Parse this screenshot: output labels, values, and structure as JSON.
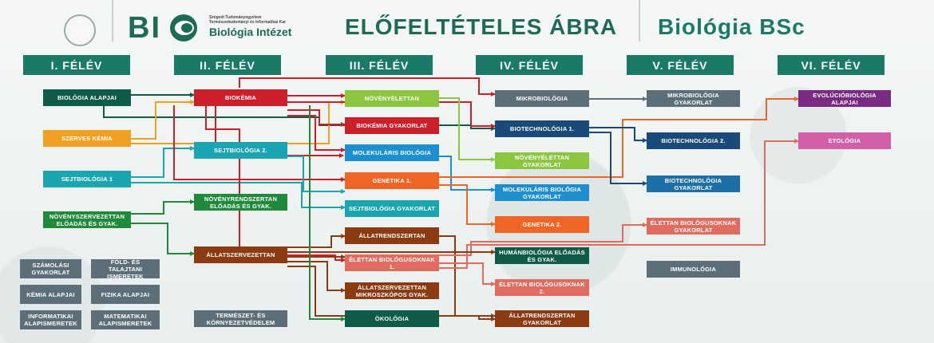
{
  "header": {
    "logo_letters": "BI",
    "faculty_line1": "Szegedi Tudományegyetem",
    "faculty_line2": "Természettudományi és Informatikai Kar",
    "institute": "Biológia Intézet",
    "title": "ELŐFELTÉTELES ÁBRA",
    "program": "Biológia BSc"
  },
  "semesters": [
    "I. FÉLÉV",
    "II. FÉLÉV",
    "III. FÉLÉV",
    "IV. FÉLÉV",
    "V. FÉLÉV",
    "VI. FÉLÉV"
  ],
  "colors": {
    "dark_green": "#0e5b4a",
    "red": "#cc1f2a",
    "orange": "#f0a020",
    "teal": "#1aa6b0",
    "leaf_green": "#1e8a3a",
    "lime": "#8cc63f",
    "blue": "#1d8fd1",
    "orange_red": "#ee6526",
    "brown": "#8b3a11",
    "salmon": "#e06b5f",
    "gray": "#5c6f78",
    "navy": "#1a4a7a",
    "purple": "#7a2a82",
    "pink": "#d25fa8",
    "header_green": "#1a7a67"
  },
  "courses": {
    "bio_alap": "BIOLÓGIA ALAPJAI",
    "szerves_kemia": "SZERVES KÉMIA",
    "sejtbio1": "SEJTBIOLÓGIA 1",
    "novszerv": "NÖVÉNYSZERVEZETTAN ELŐADÁS ÉS GYAK.",
    "szamolasi": "SZÁMOLÁSI GYAKORLAT",
    "fold": "FÖLD- ÉS TALAJTANI ISMERETEK",
    "kemia_alap": "KÉMIA ALAPJAI",
    "fizika_alap": "FIZIKA ALAPJAI",
    "informatika": "INFORMATIKAI ALAPISMERETEK",
    "matematika": "MATEMATIKAI ALAPISMERETEK",
    "biokemia": "BIOKÉMIA",
    "sejtbio2": "SEJTBIOLÓGIA 2.",
    "novrendsz": "NÖVÉNYRENDSZERTAN ELŐADÁS ÉS GYAK.",
    "allatszerv": "ÁLLATSZERVEZETTAN",
    "termeszet": "TERMÉSZET- ÉS KÖRNYEZETVÉDELEM",
    "novelet": "NÖVÉNYÉLETTAN",
    "biokemia_gyak": "BIOKÉMIA GYAKORLAT",
    "molbio": "MOLEKULÁRIS BIOLÓGIA",
    "genetika1": "GENETIKA 1.",
    "sejtbio_gyak": "SEJTBIOLÓGIA GYAKORLAT",
    "allatrendsz": "ÁLLATRENDSZERTAN",
    "elettan1": "ÉLETTAN BIOLÓGUSOKNAK 1.",
    "allatszerv_mikro": "ÁLLATSZERVEZETTAN MIKROSZKÓPOS GYAK.",
    "okologia": "ÖKOLÓGIA",
    "mikrobio": "MIKROBIOLÓGIA",
    "biotech1": "BIOTECHNOLÓGIA 1.",
    "novelet_gyak": "NÖVÉNYÉLETTAN GYAKORLAT",
    "molbio_gyak": "MOLEKULÁRIS BIOLÓGIA GYAKORLAT",
    "genetika2": "GENETIKA 2.",
    "humanbio": "HUMÁNBIOLÓGIA ELŐADÁS ÉS GYAK.",
    "elettan2": "ÉLETTAN BIOLÓGUSOKNAK 2.",
    "allatrendsz_gyak": "ÁLLATRENDSZERTAN GYAKORLAT",
    "mikrobio_gyak": "MIKROBIOLÓGIA GYAKORLAT",
    "biotech2": "BIOTECHNOLÓGIA 2.",
    "biotech_gyak": "BIOTECHNOLÓGIA GYAKORLAT",
    "elettan_gyak": "ÉLETTAN BIOLÓGUSOKNAK GYAKORLAT",
    "immuno": "IMMUNOLÓGIA",
    "evolucio": "EVOLÚCIÓBIOLÓGIA ALAPJAI",
    "etologia": "ETOLÓGIA"
  }
}
